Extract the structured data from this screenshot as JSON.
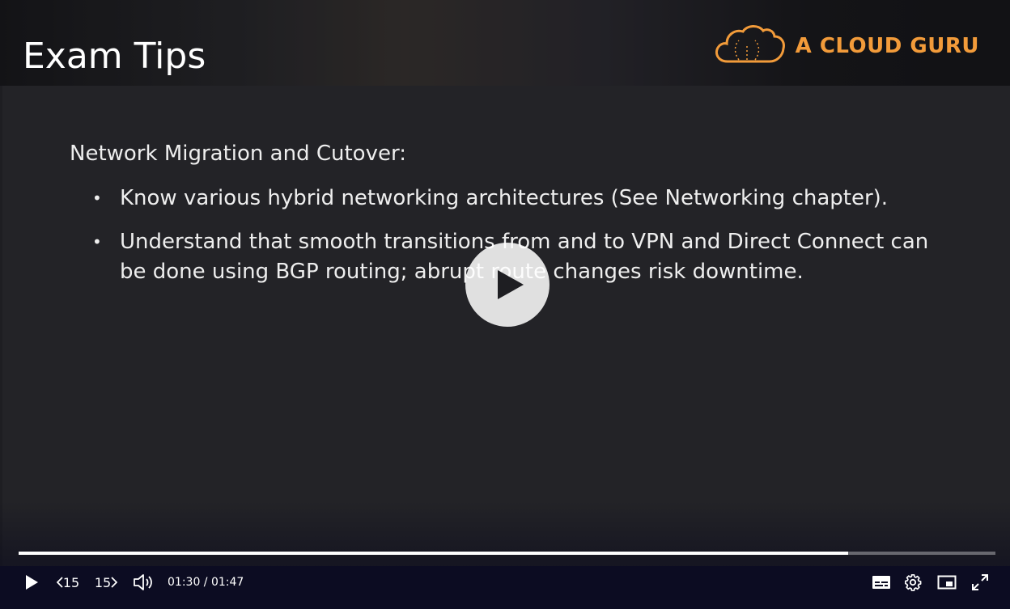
{
  "slide": {
    "title": "Exam Tips",
    "brand_name": "A CLOUD GURU",
    "section_heading": "Network Migration and Cutover:",
    "bullets": [
      {
        "text": "Know various hybrid networking architectures (See Networking chapter)."
      },
      {
        "text": "Understand that smooth transitions from and to VPN and Direct Connect can be done using BGP routing; abrupt route changes risk downtime."
      }
    ]
  },
  "player": {
    "state": "paused",
    "current_time": "01:30",
    "duration": "01:47",
    "time_separator": " / ",
    "progress_fraction": 0.849,
    "skip_back_label": "15",
    "skip_forward_label": "15"
  },
  "colors": {
    "brand": "#f29b3a",
    "progress": "#ffffff",
    "control_bar": "#0c0c22"
  },
  "icons": {
    "center": "play-icon",
    "controls": [
      "play-icon",
      "rewind-15-icon",
      "forward-15-icon",
      "volume-icon",
      "captions-icon",
      "settings-gear-icon",
      "picture-in-picture-icon",
      "fullscreen-icon"
    ]
  }
}
